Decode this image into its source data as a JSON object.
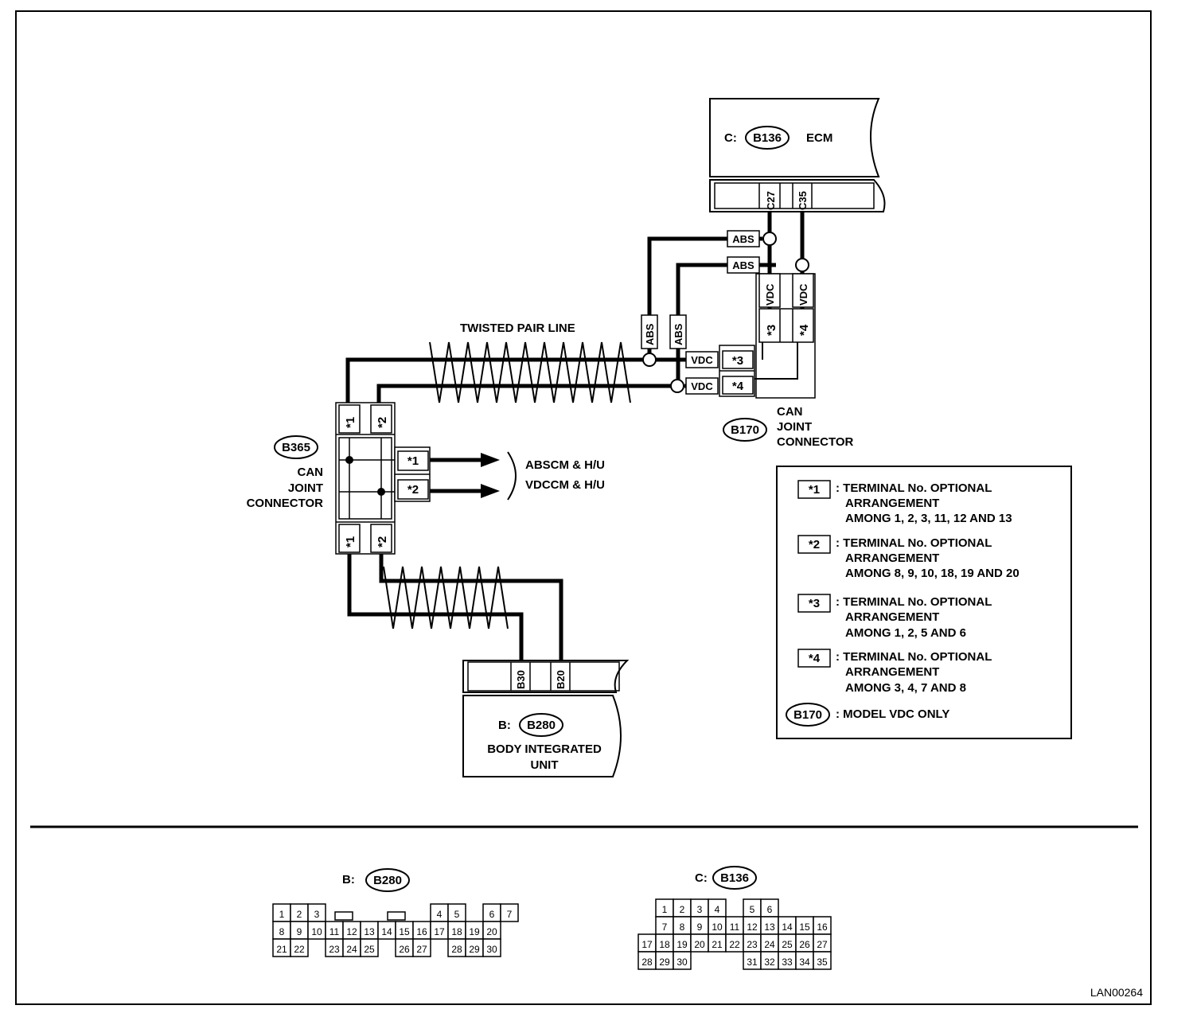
{
  "ecm": {
    "prefix": "C:",
    "connector": "B136",
    "name": "ECM",
    "pins": [
      "C27",
      "C35"
    ]
  },
  "body_unit": {
    "prefix": "B:",
    "connector": "B280",
    "name_line1": "BODY INTEGRATED",
    "name_line2": "UNIT",
    "pins": [
      "B30",
      "B20"
    ]
  },
  "b365": {
    "connector": "B365",
    "line1": "CAN",
    "line2": "JOINT",
    "line3": "CONNECTOR"
  },
  "b170": {
    "connector": "B170",
    "line1": "CAN",
    "line2": "JOINT",
    "line3": "CONNECTOR"
  },
  "twisted_pair_label": "TWISTED PAIR LINE",
  "tags": {
    "abs": "ABS",
    "vdc": "VDC",
    "t1": "*1",
    "t2": "*2",
    "t3": "*3",
    "t4": "*4"
  },
  "outputs": {
    "line1": "ABSCM & H/U",
    "line2": "VDCCM & H/U"
  },
  "legend": [
    {
      "tag": "*1",
      "lines": [
        ": TERMINAL No. OPTIONAL",
        "ARRANGEMENT",
        "AMONG 1, 2, 3, 11, 12  AND 13"
      ]
    },
    {
      "tag": "*2",
      "lines": [
        ": TERMINAL No. OPTIONAL",
        "ARRANGEMENT",
        "AMONG 8, 9, 10, 18, 19  AND 20"
      ]
    },
    {
      "tag": "*3",
      "lines": [
        ": TERMINAL No. OPTIONAL",
        "ARRANGEMENT",
        "AMONG 1, 2, 5  AND 6"
      ]
    },
    {
      "tag": "*4",
      "lines": [
        ": TERMINAL No. OPTIONAL",
        "ARRANGEMENT",
        "AMONG 3, 4, 7  AND 8"
      ]
    },
    {
      "tag": "B170",
      "lines": [
        ": MODEL VDC ONLY"
      ]
    }
  ],
  "connector_b280": {
    "prefix": "B:",
    "name": "B280",
    "rows": [
      [
        "1",
        "2",
        "3",
        "",
        "",
        "",
        "",
        "",
        "",
        "4",
        "5",
        "",
        "6",
        "7"
      ],
      [
        "8",
        "9",
        "10",
        "11",
        "12",
        "13",
        "14",
        "15",
        "16",
        "17",
        "18",
        "19",
        "20"
      ],
      [
        "21",
        "22",
        "",
        "23",
        "24",
        "25",
        "",
        "26",
        "27",
        "",
        "28",
        "29",
        "30"
      ]
    ]
  },
  "connector_b136": {
    "prefix": "C:",
    "name": "B136",
    "rows": [
      [
        "",
        "1",
        "2",
        "3",
        "4",
        "",
        "5",
        "6"
      ],
      [
        "",
        "7",
        "8",
        "9",
        "10",
        "11",
        "12",
        "13",
        "14",
        "15",
        "16"
      ],
      [
        "17",
        "18",
        "19",
        "20",
        "21",
        "22",
        "23",
        "24",
        "25",
        "26",
        "27"
      ],
      [
        "28",
        "29",
        "30",
        "",
        "",
        "",
        "31",
        "32",
        "33",
        "34",
        "35"
      ]
    ]
  },
  "figure_ref": "LAN00264"
}
